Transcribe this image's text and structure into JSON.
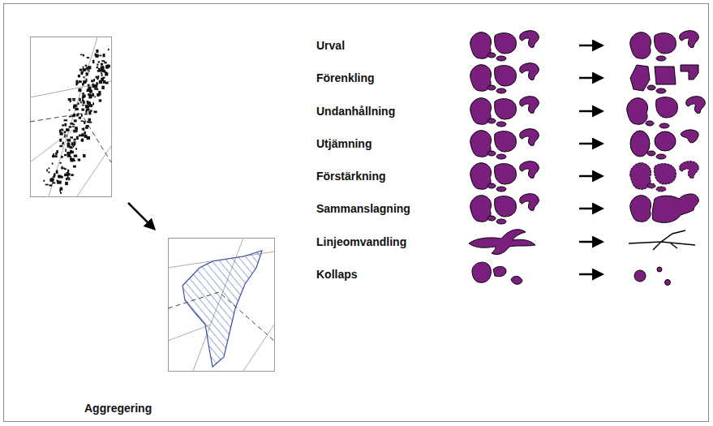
{
  "diagram": {
    "labels": [
      "Urval",
      "Förenkling",
      "Undanhållning",
      "Utjämning",
      "Förstärkning",
      "Sammanslagning",
      "Linjeomvandling",
      "Kollaps",
      "Aggregering"
    ]
  }
}
